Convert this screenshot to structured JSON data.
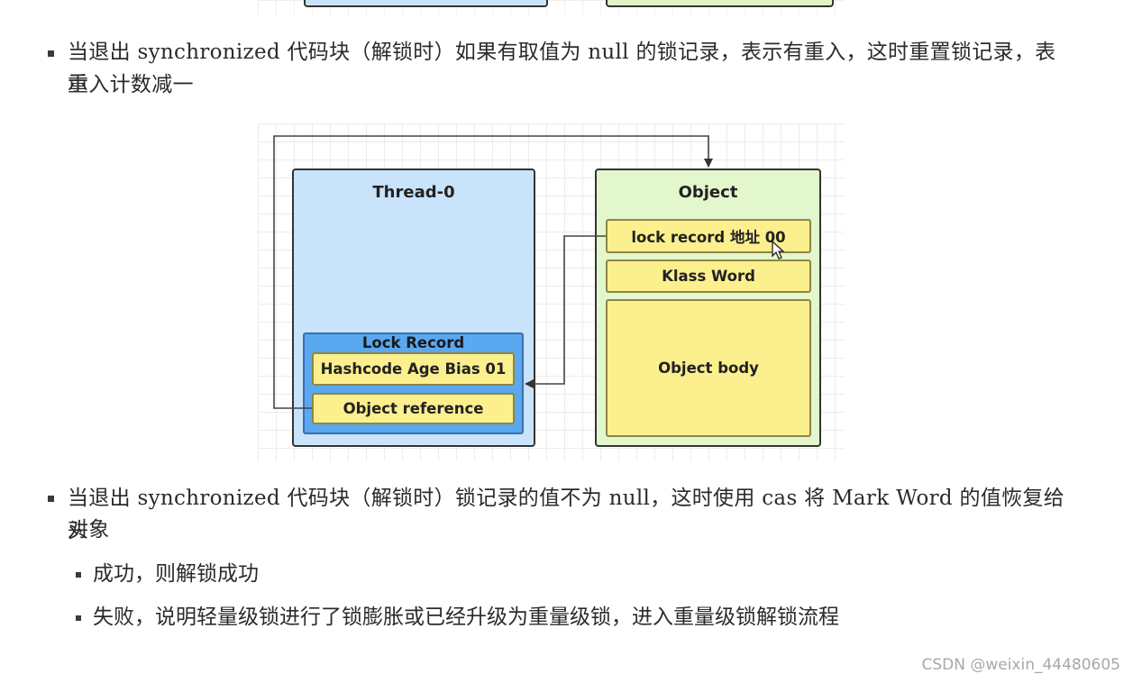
{
  "bullets": [
    {
      "line1": "当退出 synchronized 代码块（解锁时）如果有取值为 null 的锁记录，表示有重入，这时重置锁记录，表示",
      "line2": "重入计数减一"
    },
    {
      "line1": "当退出 synchronized 代码块（解锁时）锁记录的值不为 null，这时使用 cas 将 Mark Word 的值恢复给对象",
      "line2": "头"
    }
  ],
  "sub_bullets": [
    "成功，则解锁成功",
    "失败，说明轻量级锁进行了锁膨胀或已经升级为重量级锁，进入重量级锁解锁流程"
  ],
  "diagram": {
    "thread": {
      "title": "Thread-0",
      "lock_record": {
        "title": "Lock Record",
        "hashcode": "Hashcode Age Bias 01",
        "object_reference": "Object reference"
      }
    },
    "object": {
      "title": "Object",
      "lock_record_addr": "lock record 地址 00",
      "klass_word": "Klass Word",
      "body": "Object body"
    },
    "colors": {
      "thread_bg": "#c9e3fb",
      "object_bg": "#e3f7cd",
      "lock_record_bg": "#5aa8f0",
      "cell_bg": "#fcef8e"
    }
  },
  "watermark": "CSDN @weixin_44480605"
}
